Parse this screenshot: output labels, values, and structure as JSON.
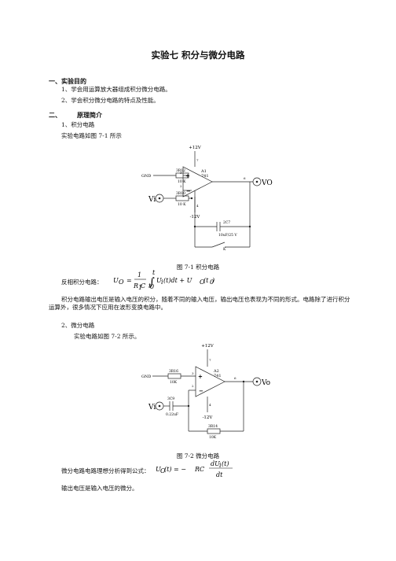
{
  "title": "实验七 积分与微分电路",
  "sec1": {
    "heading": "一、实验目的",
    "items": [
      "1、学会用运算放大器组成积分微分电路。",
      "2、学会积分微分电路的特点及性能。"
    ]
  },
  "sec2": {
    "num": "二、",
    "heading": "原理简介"
  },
  "s21": {
    "heading": "1、积分电路",
    "intro": "实验电路如图 7-1 所示"
  },
  "fig1": {
    "vcc": "+12V",
    "vee": "-12V",
    "pin7": "7",
    "pin4": "4",
    "pin3": "3",
    "pin2": "2",
    "pin6": "6",
    "amp": "A1",
    "amp_model": "741",
    "gnd": "GND",
    "r1_name": "3R12",
    "r1_val": "10 K",
    "r2_name": "3R10",
    "r2_val": "10 K",
    "c_name": "2C7",
    "c_val": "10uF/25 V",
    "k": "K",
    "vi": "Vi",
    "vo": "VO",
    "caption": "图 7-1 积分电路"
  },
  "formula1": {
    "label": "反相积分电路：",
    "lhs": "U",
    "lhs_sub": "O",
    "num": "1",
    "den": "R",
    "den_sub": "1",
    "den_c": "C",
    "upper": "t",
    "lower": "t",
    "lower_sub": "0",
    "body": "U",
    "body_sub": "i",
    "body_rest": "(t)dt + U",
    "tail_sub": "O",
    "tail": "(t",
    "tail_sub2": "0",
    "tail_end": ")"
  },
  "para1": "积分电路输出电压是输入电压的积分，随着不同的输入电压，输出电压也表现为不同的形式。电路除了进行积分运算外，很多情况下应用在波形变换电路中。",
  "s22": {
    "heading": "2、微分电路",
    "intro": "实验电路如图 7-2 所示。"
  },
  "fig2": {
    "vcc": "+12V",
    "vee": "-12V",
    "pin7": "7",
    "pin4": "4",
    "pin3": "3",
    "pin2": "2",
    "pin6": "6",
    "amp": "A2",
    "amp_model": "741",
    "gnd": "GND",
    "r1_name": "3R16",
    "r1_val": "10K",
    "c_name": "3C9",
    "c_val": "0.22uF",
    "rf_name": "3R14",
    "rf_val": "10K",
    "vi": "Vi",
    "vo": "Vo",
    "caption": "图 7-2 微分电路"
  },
  "formula2": {
    "label": "微分电路电路理想分析得到公式：",
    "lhs": "U",
    "lhs_sub": "O",
    "lhs_rest": "(t) = −",
    "rc": "RC",
    "num": "dU",
    "num_sub": "i",
    "num_rest": "(t)",
    "den": "dt"
  },
  "final": "输出电压是输入电压的微分。"
}
